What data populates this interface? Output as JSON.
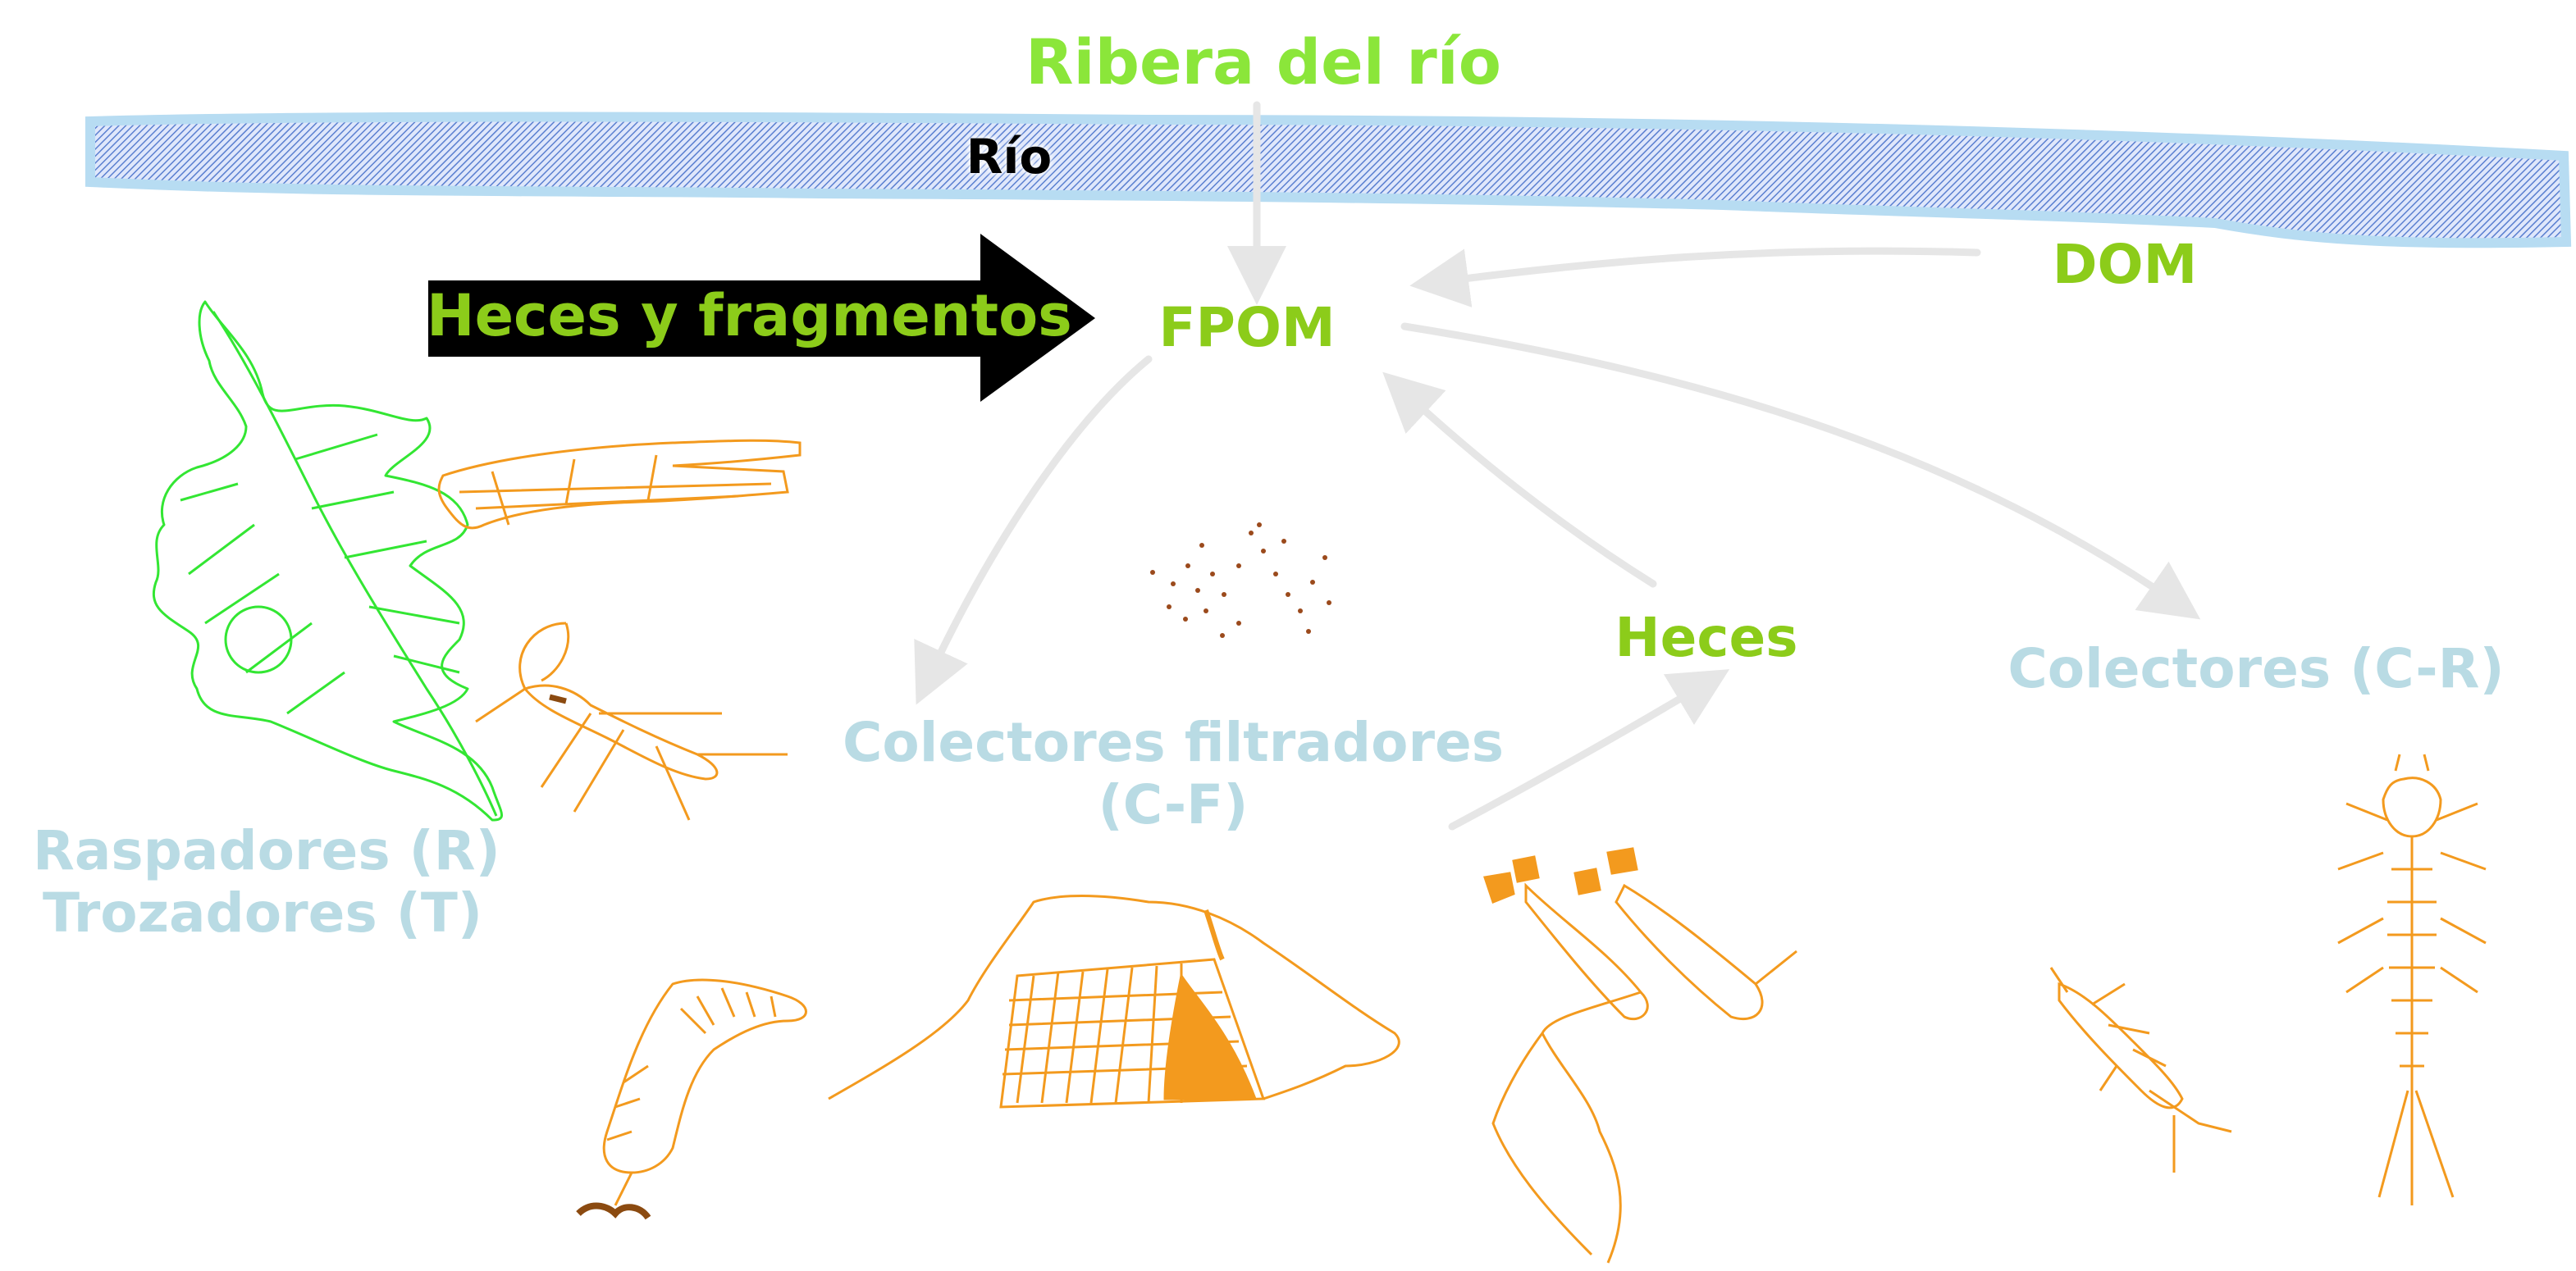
{
  "title": "Ribera del río",
  "river_label": "Río",
  "big_arrow_label": "Heces y fragmentos",
  "fpom_label": "FPOM",
  "dom_label": "DOM",
  "feces_label": "Heces",
  "groups": {
    "scrapers_shredders": [
      "Raspadores (R)",
      "Trozadores (T)"
    ],
    "collector_filterers": [
      "Colectores filtradores",
      "(C-F)"
    ],
    "collector_gatherers": "Colectores (C-R)"
  },
  "colors": {
    "title": "#8be63a",
    "labels_green": "#8ccc1a",
    "labels_pale_blue": "#b9dbe4",
    "river_fill": "#6f8fd8",
    "river_border": "#b7dcf2",
    "flow_arrows": "#e8e8e8",
    "big_arrow": "#000000",
    "leaf": "#33e633",
    "organisms": "#f39a1e",
    "particles": "#9b4a1c"
  },
  "icons": [
    "leaf-drawing",
    "caddisfly-case-drawing",
    "stonefly-nymph-drawing",
    "amphipod-drawing",
    "net-spinning-caddisfly-drawing",
    "blackfly-larvae-drawing",
    "mayfly-nymph-drawing",
    "fpom-particles"
  ]
}
